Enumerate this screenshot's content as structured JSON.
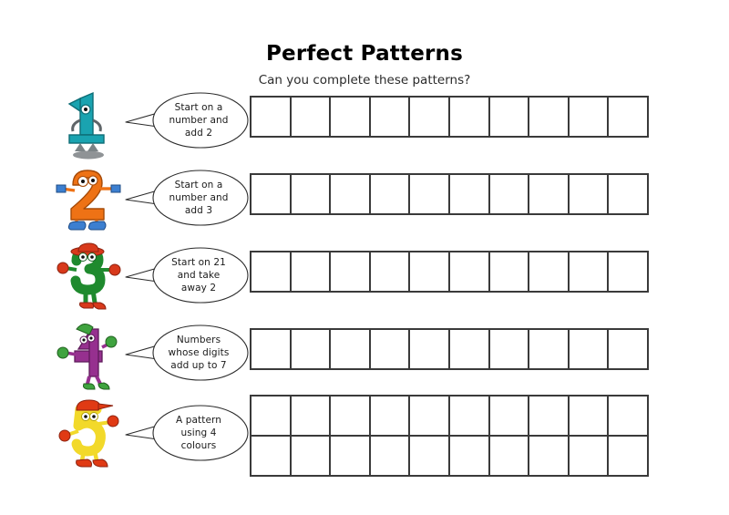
{
  "page": {
    "title": "Perfect Patterns",
    "subtitle": "Can you complete these patterns?",
    "background_color": "#ffffff",
    "grid_line_color": "#3a3a3a"
  },
  "rows": [
    {
      "character": {
        "digit": "1",
        "name": "number-one-character",
        "color": "#1aa3b0",
        "accent_color": "#157e88"
      },
      "bubble": {
        "text": "Start on a\nnumber and\nadd 2"
      },
      "grid": {
        "columns": 10,
        "rows": 1
      }
    },
    {
      "character": {
        "digit": "2",
        "name": "number-two-character",
        "color": "#ee7215",
        "accent_color": "#3c7fd0"
      },
      "bubble": {
        "text": "Start on a\nnumber and\nadd 3"
      },
      "grid": {
        "columns": 10,
        "rows": 1
      }
    },
    {
      "character": {
        "digit": "3",
        "name": "number-three-character",
        "color": "#1f8a2e",
        "accent_color": "#d8391b"
      },
      "bubble": {
        "text": "Start on 21\nand take\naway 2"
      },
      "grid": {
        "columns": 10,
        "rows": 1
      }
    },
    {
      "character": {
        "digit": "4",
        "name": "number-four-character",
        "color": "#96308f",
        "accent_color": "#3fa33f"
      },
      "bubble": {
        "text": "Numbers\nwhose digits\nadd up to 7"
      },
      "grid": {
        "columns": 10,
        "rows": 1
      }
    },
    {
      "character": {
        "digit": "5",
        "name": "number-five-character",
        "color": "#f2d92a",
        "accent_color": "#e03a14"
      },
      "bubble": {
        "text": "A pattern\nusing 4\ncolours"
      },
      "grid": {
        "columns": 10,
        "rows": 2
      }
    }
  ]
}
